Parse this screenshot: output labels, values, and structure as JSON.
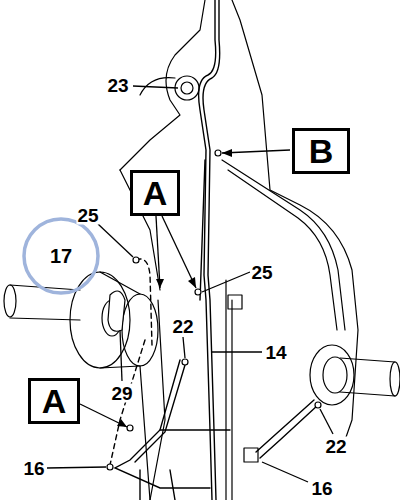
{
  "diagram": {
    "nodes": [
      {
        "text": [
          "B"
        ]
      },
      {
        "text": [
          "A"
        ]
      },
      {
        "text": [
          "17"
        ]
      },
      {
        "text": [
          "A"
        ]
      }
    ],
    "labels": [
      "23",
      "25",
      "25",
      "22",
      "14",
      "29",
      "22",
      "16",
      "16"
    ]
  }
}
